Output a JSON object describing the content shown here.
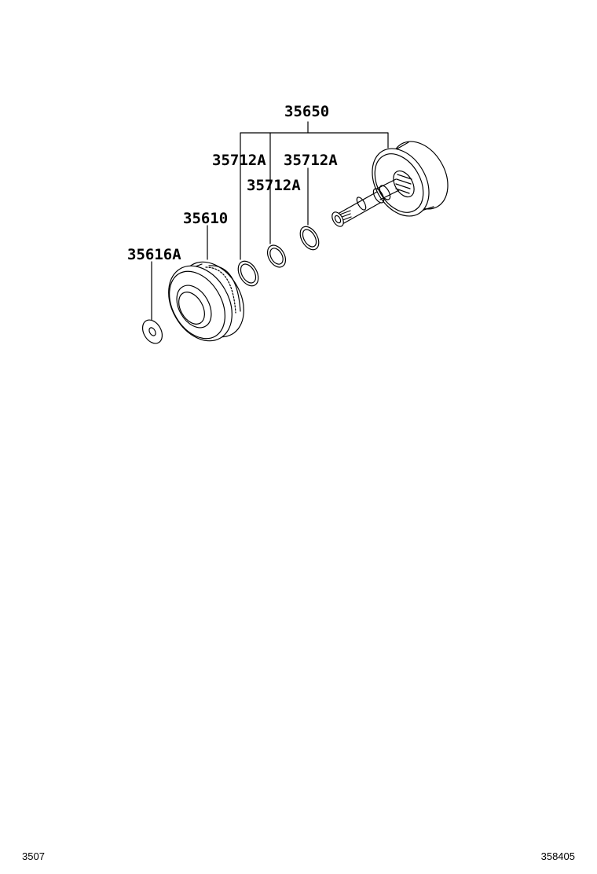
{
  "labels": {
    "assembly": "35650",
    "snap_ring_a": "35712A",
    "snap_ring_b": "35712A",
    "snap_ring_c": "35712A",
    "bearing": "35610",
    "washer": "35616A"
  },
  "footer": {
    "left_code": "3507",
    "right_code": "358405"
  },
  "colors": {
    "line": "#000000",
    "background": "#ffffff"
  }
}
